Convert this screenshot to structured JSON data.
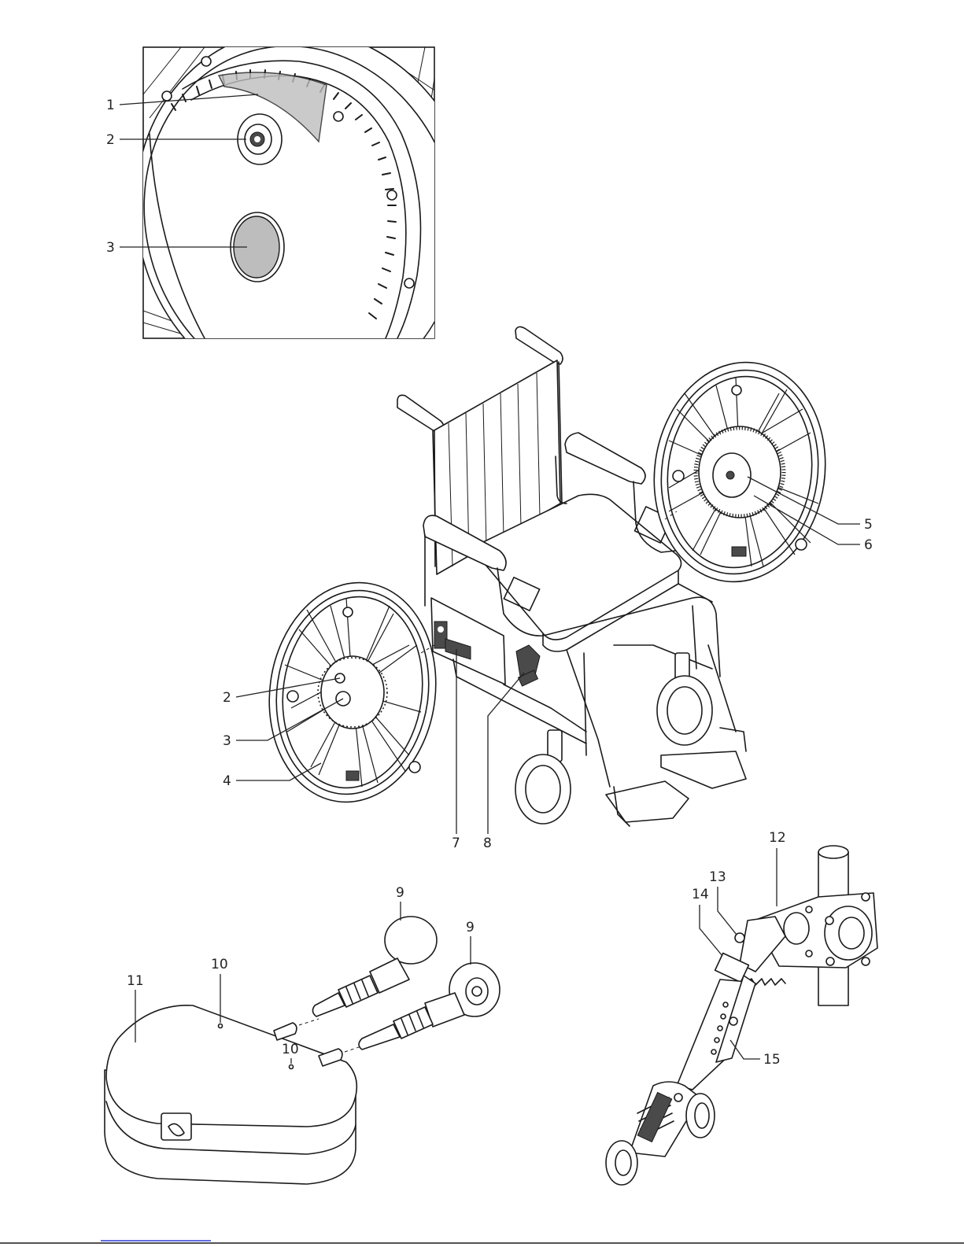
{
  "callouts": {
    "inset_1": "1",
    "inset_2": "2",
    "inset_3": "3",
    "left_wheel_2": "2",
    "left_wheel_3": "3",
    "left_wheel_4": "4",
    "right_wheel_5": "5",
    "right_wheel_6": "6",
    "frame_7": "7",
    "frame_8": "8",
    "plug_9a": "9",
    "plug_9b": "9",
    "charger_10a": "10",
    "charger_10b": "10",
    "charger_11": "11",
    "clamp_12": "12",
    "clamp_13": "13",
    "clamp_14": "14",
    "antitip_15": "15"
  },
  "colors": {
    "line": "#1a1a1a",
    "highlight_gray": "#bdbdbd",
    "background": "#ffffff",
    "footer_link": "#2b3bd6"
  }
}
